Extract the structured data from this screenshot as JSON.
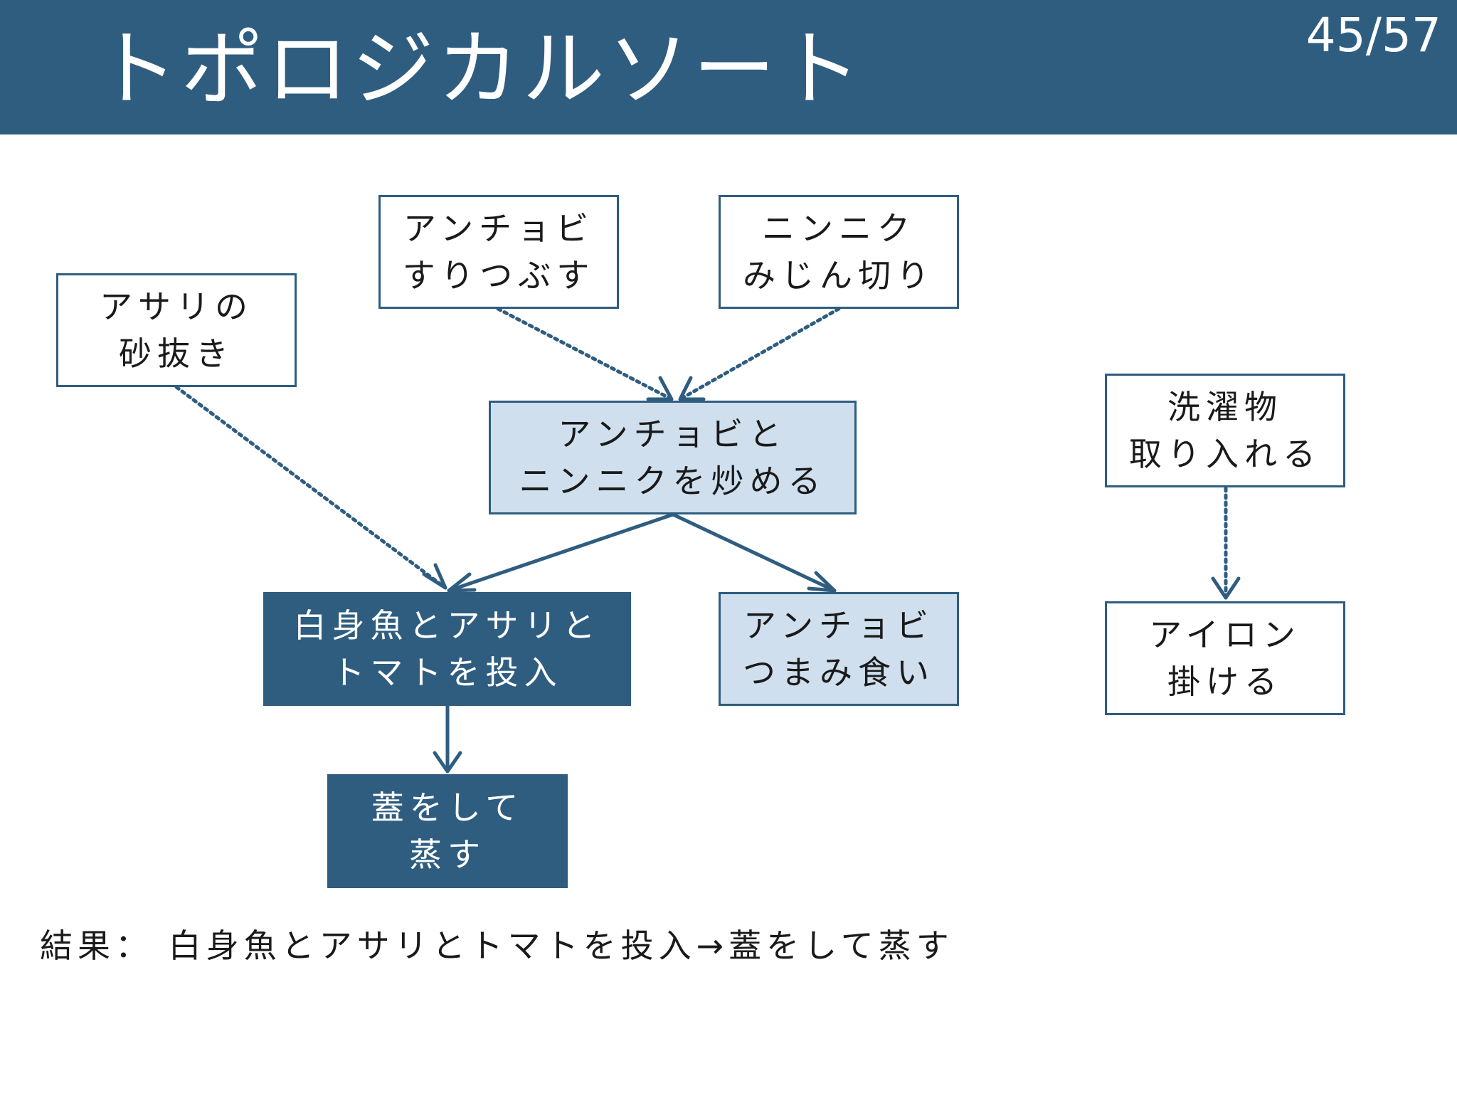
{
  "slide": {
    "title": "トポロジカルソート",
    "page_number": "45/57",
    "result": "結果： 白身魚とアサリとトマトを投入→蓋をして蒸す"
  },
  "colors": {
    "header": "#2f5d80",
    "node_dark": "#2f5d80",
    "node_light": "#cfdfee",
    "edge": "#2f5d80"
  },
  "nodes": {
    "sand": {
      "line1": "アサリの",
      "line2": "砂抜き"
    },
    "anchovy_crush": {
      "line1": "アンチョビ",
      "line2": "すりつぶす"
    },
    "garlic_mince": {
      "line1": "ニンニク",
      "line2": "みじん切り"
    },
    "saute": {
      "line1": "アンチョビと",
      "line2": "ニンニクを炒める"
    },
    "add_fish": {
      "line1": "白身魚とアサリと",
      "line2": "トマトを投入"
    },
    "anchovy_snack": {
      "line1": "アンチョビ",
      "line2": "つまみ食い"
    },
    "steam": {
      "line1": "蓋をして",
      "line2": "蒸す"
    },
    "laundry": {
      "line1": "洗濯物",
      "line2": "取り入れる"
    },
    "iron": {
      "line1": "アイロン",
      "line2": "掛ける"
    }
  },
  "edges": [
    {
      "from": "sand",
      "to": "add_fish",
      "style": "dotted"
    },
    {
      "from": "anchovy_crush",
      "to": "saute",
      "style": "dotted"
    },
    {
      "from": "garlic_mince",
      "to": "saute",
      "style": "dotted"
    },
    {
      "from": "saute",
      "to": "add_fish",
      "style": "solid"
    },
    {
      "from": "saute",
      "to": "anchovy_snack",
      "style": "solid"
    },
    {
      "from": "add_fish",
      "to": "steam",
      "style": "solid"
    },
    {
      "from": "laundry",
      "to": "iron",
      "style": "dotted"
    }
  ]
}
